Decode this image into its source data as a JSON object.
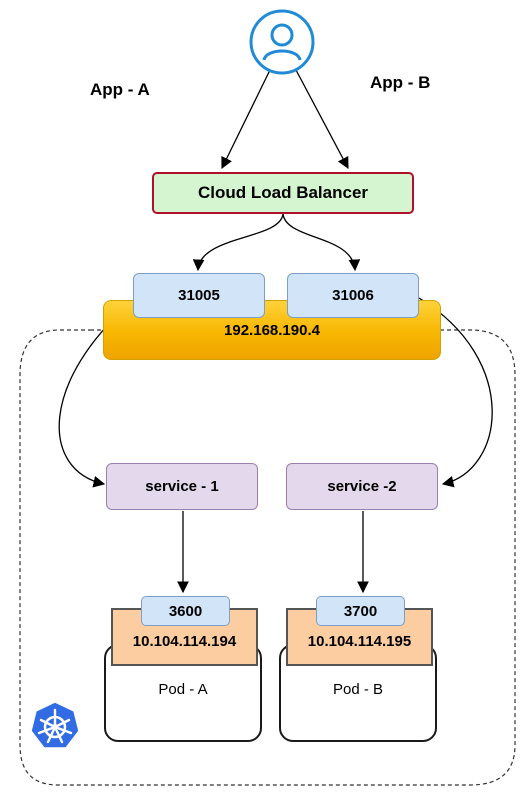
{
  "labels": {
    "app_a": "App - A",
    "app_b": "App - B"
  },
  "load_balancer": "Cloud Load Balancer",
  "node": {
    "ip": "192.168.190.4",
    "ports": [
      "31005",
      "31006"
    ]
  },
  "services": [
    "service - 1",
    "service -2"
  ],
  "pods": [
    {
      "port": "3600",
      "ip": "10.104.114.194",
      "name": "Pod - A"
    },
    {
      "port": "3700",
      "ip": "10.104.114.195",
      "name": "Pod - B"
    }
  ],
  "icons": {
    "user": "user-icon",
    "cluster": "kubernetes-icon"
  },
  "colors": {
    "load_balancer_fill": "#d5f5d0",
    "load_balancer_border": "#b0102a",
    "node_fill": "#ffc61a",
    "port_fill": "#d2e4f7",
    "service_fill": "#e4d8ec",
    "pod_ip_fill": "#fccda0",
    "k8s_blue": "#326ce5"
  }
}
